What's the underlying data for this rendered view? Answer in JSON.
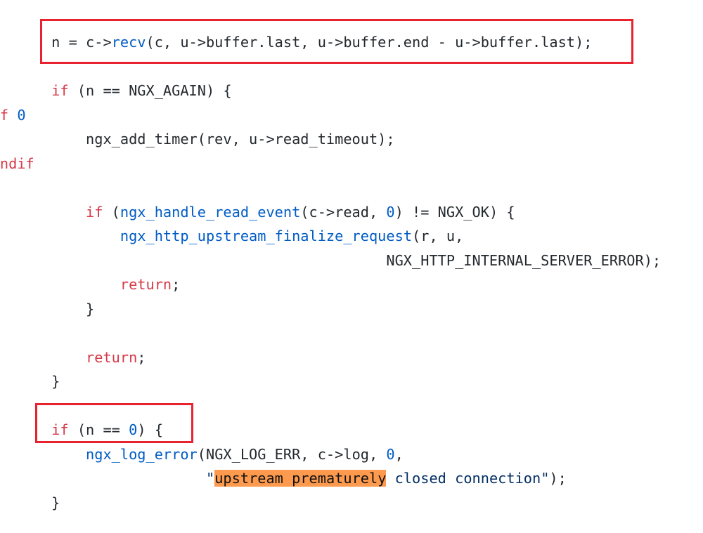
{
  "code_lines": [
    {
      "row": 1,
      "tokens": [
        {
          "t": "        n = c->",
          "c": "n"
        },
        {
          "t": "recv",
          "c": "f"
        },
        {
          "t": "(c, u->buffer.last, u->buffer.end - u->buffer.last);",
          "c": "n"
        }
      ]
    },
    {
      "row": 3,
      "tokens": [
        {
          "t": "        ",
          "c": "n"
        },
        {
          "t": "if",
          "c": "k"
        },
        {
          "t": " (n == NGX_AGAIN) {",
          "c": "n"
        }
      ]
    },
    {
      "row": 4,
      "tokens": [
        {
          "t": "#if ",
          "c": "k"
        },
        {
          "t": "0",
          "c": "f"
        }
      ]
    },
    {
      "row": 5,
      "tokens": [
        {
          "t": "            ngx_add_timer(rev, u->read_timeout);",
          "c": "n"
        }
      ]
    },
    {
      "row": 6,
      "tokens": [
        {
          "t": "#endif",
          "c": "k"
        }
      ]
    },
    {
      "row": 8,
      "tokens": [
        {
          "t": "            ",
          "c": "n"
        },
        {
          "t": "if",
          "c": "k"
        },
        {
          "t": " (",
          "c": "n"
        },
        {
          "t": "ngx_handle_read_event",
          "c": "f"
        },
        {
          "t": "(c->read, ",
          "c": "n"
        },
        {
          "t": "0",
          "c": "f"
        },
        {
          "t": ") != NGX_OK) {",
          "c": "n"
        }
      ]
    },
    {
      "row": 9,
      "tokens": [
        {
          "t": "                ",
          "c": "n"
        },
        {
          "t": "ngx_http_upstream_finalize_request",
          "c": "f"
        },
        {
          "t": "(r, u,",
          "c": "n"
        }
      ]
    },
    {
      "row": 10,
      "tokens": [
        {
          "t": "                                               NGX_HTTP_INTERNAL_SERVER_ERROR);",
          "c": "n"
        }
      ]
    },
    {
      "row": 11,
      "tokens": [
        {
          "t": "                ",
          "c": "n"
        },
        {
          "t": "return",
          "c": "k"
        },
        {
          "t": ";",
          "c": "n"
        }
      ]
    },
    {
      "row": 12,
      "tokens": [
        {
          "t": "            }",
          "c": "n"
        }
      ]
    },
    {
      "row": 14,
      "tokens": [
        {
          "t": "            ",
          "c": "n"
        },
        {
          "t": "return",
          "c": "k"
        },
        {
          "t": ";",
          "c": "n"
        }
      ]
    },
    {
      "row": 15,
      "tokens": [
        {
          "t": "        }",
          "c": "n"
        }
      ]
    },
    {
      "row": 17,
      "tokens": [
        {
          "t": "        ",
          "c": "n"
        },
        {
          "t": "if",
          "c": "k"
        },
        {
          "t": " (n == ",
          "c": "n"
        },
        {
          "t": "0",
          "c": "f"
        },
        {
          "t": ") {",
          "c": "n"
        }
      ]
    },
    {
      "row": 18,
      "tokens": [
        {
          "t": "            ",
          "c": "n"
        },
        {
          "t": "ngx_log_error",
          "c": "f"
        },
        {
          "t": "(NGX_LOG_ERR, c->log, ",
          "c": "n"
        },
        {
          "t": "0",
          "c": "f"
        },
        {
          "t": ",",
          "c": "n"
        }
      ]
    },
    {
      "row": 19,
      "tokens": [
        {
          "t": "                          ",
          "c": "n"
        },
        {
          "t": "\"",
          "c": "s"
        },
        {
          "t": "upstream prematurely",
          "c": "hl"
        },
        {
          "t": " closed connection\"",
          "c": "s"
        },
        {
          "t": ");",
          "c": "n"
        }
      ]
    },
    {
      "row": 20,
      "tokens": [
        {
          "t": "        }",
          "c": "n"
        }
      ]
    }
  ],
  "colors": {
    "keyword": "#d73a49",
    "function": "#005cc5",
    "string": "#032f62",
    "highlight": "#fd9a4e",
    "annotation_box": "#e8222e"
  }
}
